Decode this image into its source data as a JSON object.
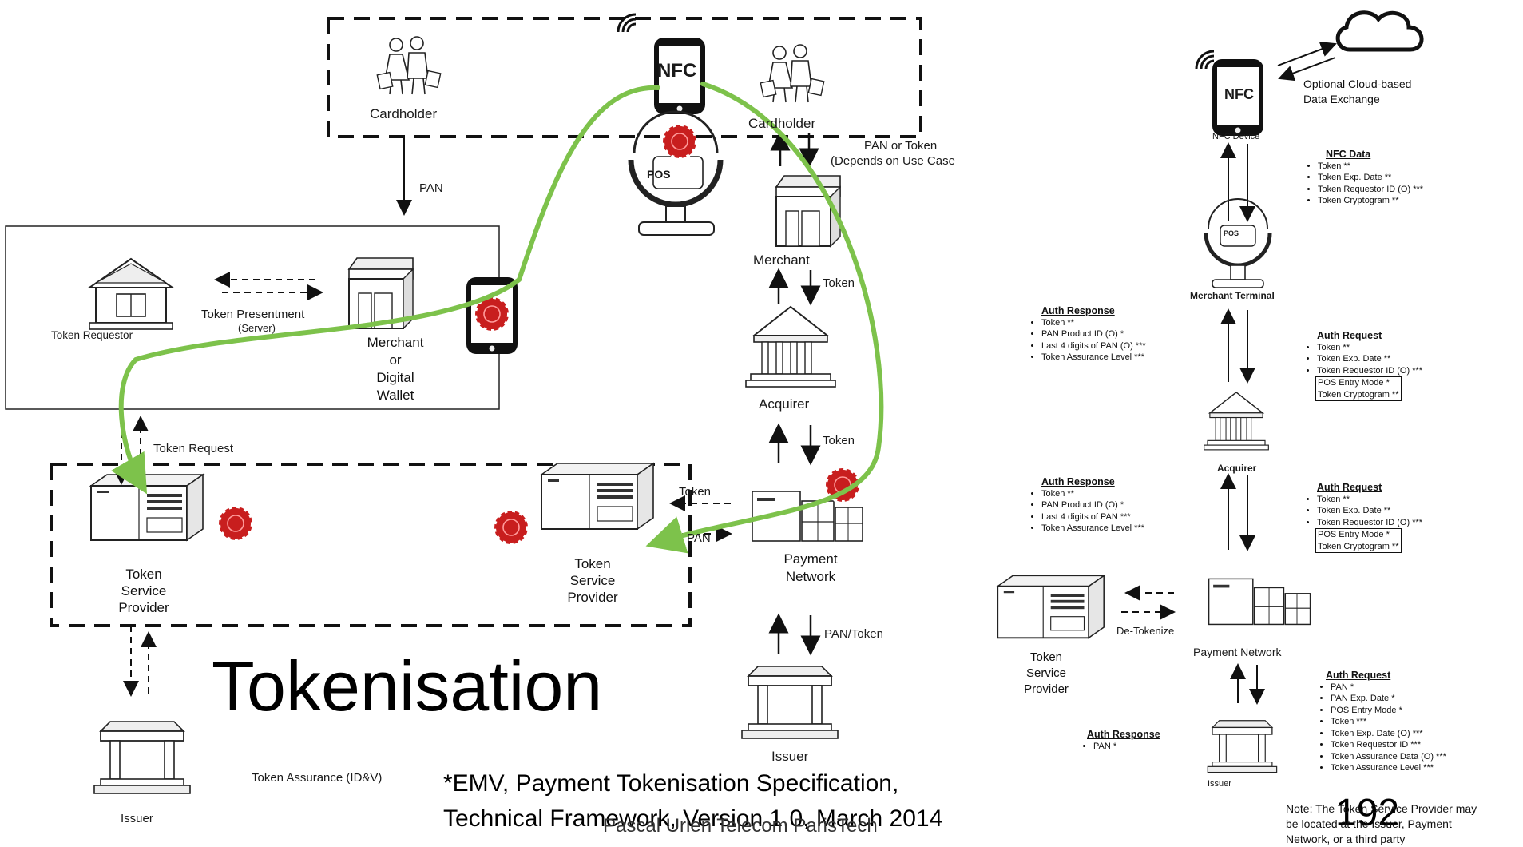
{
  "title": "Tokenisation",
  "citation": {
    "line1": "*EMV, Payment Tokenisation Specification,",
    "line2": "Technical Framework, Version 1.0, March 2014"
  },
  "footer": {
    "author": "Pascal Urien Telecom ParisTech",
    "page_number": "192"
  },
  "left_diagram": {
    "cardholder_left": "Cardholder",
    "cardholder_right": "Cardholder",
    "nfc": "NFC",
    "pos": "POS",
    "pan": "PAN",
    "pan_or_token": "PAN or Token",
    "depends_on_use_case": "(Depends on Use Case",
    "token_requestor": "Token Requestor",
    "token_presentment": "Token Presentment",
    "token_presentment_sub": "(Server)",
    "merchant_or_wallet": [
      "Merchant",
      "or",
      "Digital",
      "Wallet"
    ],
    "merchant": "Merchant",
    "token1": "Token",
    "acquirer": "Acquirer",
    "token2": "Token",
    "token_request": "Token Request",
    "token_service_provider_left": [
      "Token",
      "Service",
      "Provider"
    ],
    "token_service_provider_right": [
      "Token",
      "Service",
      "Provider"
    ],
    "token3": "Token",
    "pan2": "PAN",
    "payment_network": [
      "Payment",
      "Network"
    ],
    "pan_token": "PAN/Token",
    "issuer_right": "Issuer",
    "issuer_left": "Issuer",
    "token_assurance": "Token Assurance (ID&V)"
  },
  "right_diagram": {
    "nfc": "NFC",
    "nfc_device": "NFC Device",
    "cloud_label": [
      "Optional Cloud-based",
      "Data Exchange"
    ],
    "nfc_data_head": "NFC Data",
    "nfc_data": [
      "Token **",
      "Token Exp. Date **",
      "Token Requestor ID (O) ***",
      "Token Cryptogram **"
    ],
    "pos": "POS",
    "merchant_terminal": "Merchant Terminal",
    "auth_response1_head": "Auth Response",
    "auth_response1": [
      "Token **",
      "PAN Product ID (O) *",
      "Last 4 digits of PAN (O) ***",
      "Token Assurance Level ***"
    ],
    "auth_request1_head": "Auth Request",
    "auth_request1": [
      "Token **",
      "Token Exp. Date **",
      "Token Requestor ID (O) ***"
    ],
    "auth_request1_boxed": [
      "POS Entry Mode *",
      "Token Cryptogram **"
    ],
    "acquirer": "Acquirer",
    "auth_response2_head": "Auth Response",
    "auth_response2": [
      "Token **",
      "PAN Product ID (O) *",
      "Last 4 digits of PAN ***",
      "Token Assurance Level ***"
    ],
    "auth_request2_head": "Auth Request",
    "auth_request2": [
      "Token **",
      "Token Exp. Date **",
      "Token Requestor ID (O) ***"
    ],
    "auth_request2_boxed": [
      "POS Entry Mode *",
      "Token Cryptogram **"
    ],
    "token_service_provider": [
      "Token",
      "Service",
      "Provider"
    ],
    "de_tokenize": "De-Tokenize",
    "payment_network": "Payment Network",
    "auth_request3_head": "Auth Request",
    "auth_request3": [
      "PAN *",
      "PAN Exp. Date *",
      "POS Entry Mode *",
      "Token ***",
      "Token Exp. Date (O) ***",
      "Token Requestor ID ***",
      "Token Assurance Data (O) ***",
      "Token Assurance Level ***"
    ],
    "auth_response3_head": "Auth Response",
    "auth_response3": [
      "PAN *"
    ],
    "issuer": "Issuer",
    "note": [
      "Note: The Token Service Provider may",
      "be located at the Issuer, Payment",
      "Network, or a third party"
    ]
  },
  "colors": {
    "flow_line": "#7dc24b",
    "chip": "#cc1f1f",
    "dashed_box": "#111111"
  }
}
